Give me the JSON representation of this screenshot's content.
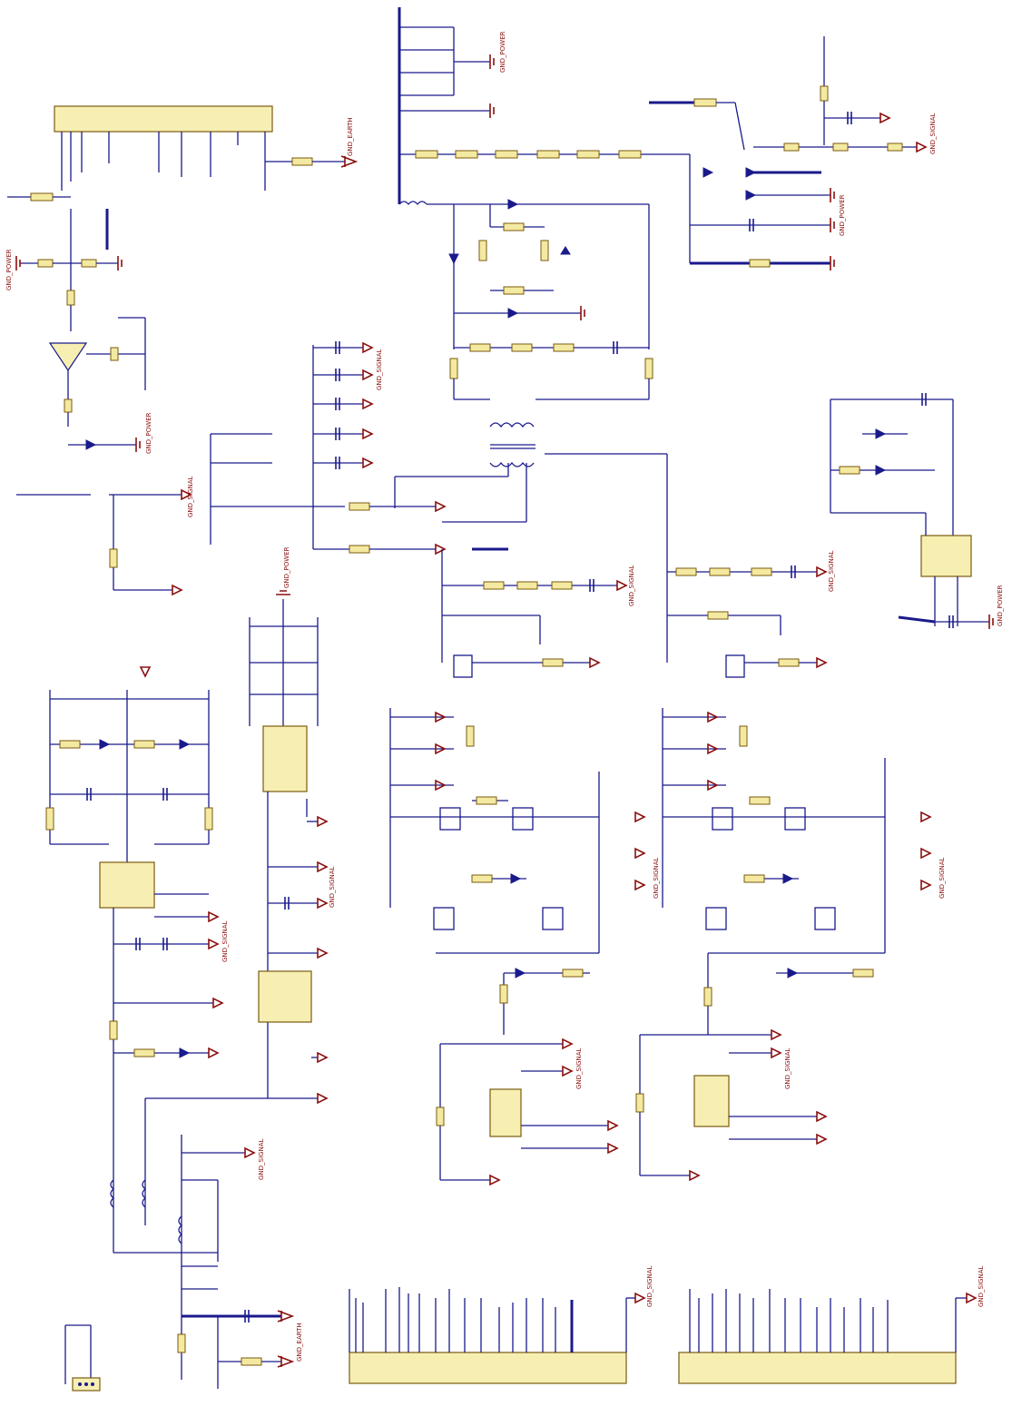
{
  "nets": {
    "gnd_signal": "GND_SIGNAL",
    "gnd_power": "GND_POWER",
    "gnd_earth": "GND_EARTH"
  },
  "colors": {
    "wire": "#1a1a8c",
    "ground": "#8b1010",
    "component_fill": "#f4e9a0"
  }
}
